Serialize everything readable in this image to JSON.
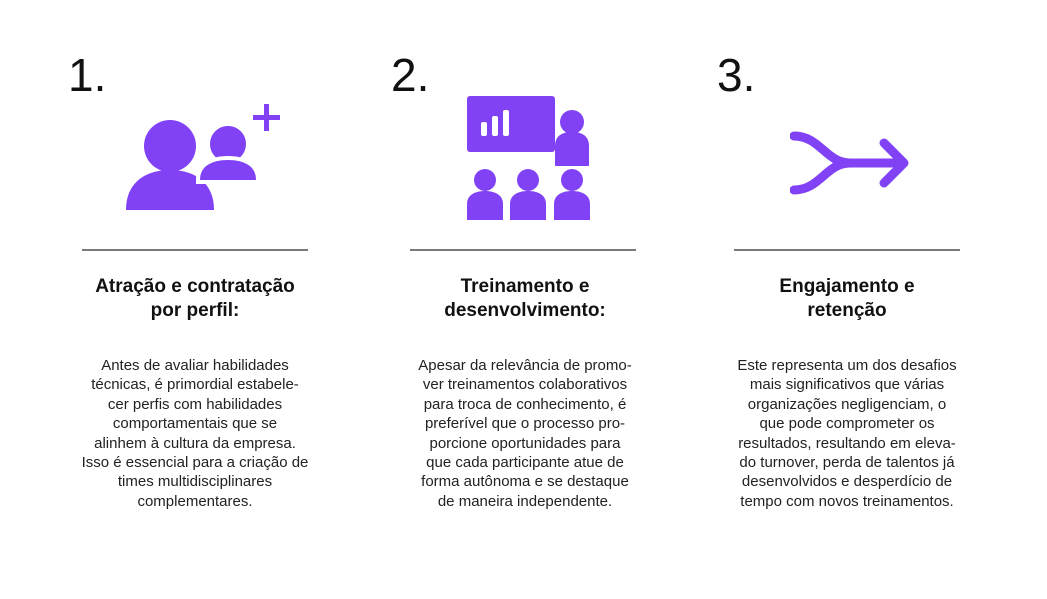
{
  "accent_color": "#8142f5",
  "steps": [
    {
      "number": "1.",
      "icon": "people-add-icon",
      "title": "Atração e contratação\npor perfil:",
      "text": "Antes de avaliar habilidades\ntécnicas, é primordial estabele-\ncer perfis com habilidades\ncomportamentais que se\nalinhem à cultura da empresa.\nIsso é essencial para a criação de\ntimes multidisciplinares\ncomplementares."
    },
    {
      "number": "2.",
      "icon": "training-presentation-icon",
      "title": "Treinamento e\ndesenvolvimento:",
      "text": "Apesar da relevância de promo-\nver treinamentos colaborativos\npara troca de conhecimento, é\npreferível que o processo pro-\nporcione oportunidades para\nque cada participante atue de\nforma autônoma e se destaque\nde maneira independente."
    },
    {
      "number": "3.",
      "icon": "merge-arrow-icon",
      "title": "Engajamento e\nretenção",
      "text": "Este representa um dos desafios\nmais significativos que várias\norganizações negligenciam, o\nque pode comprometer os\nresultados, resultando em eleva-\ndo turnover, perda de talentos já\ndesenvolvidos e desperdício de\ntempo com novos treinamentos."
    }
  ]
}
